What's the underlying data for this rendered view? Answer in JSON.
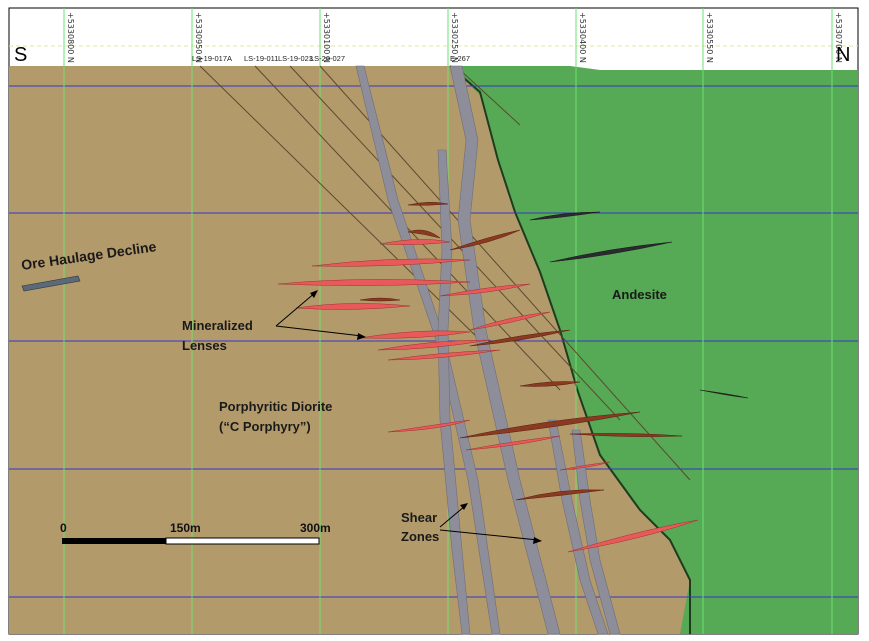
{
  "section": {
    "left_direction": "S",
    "right_direction": "N"
  },
  "grid_labels": [
    "+5330800 N",
    "+5330950 N",
    "+5330100 N",
    "+5330250 N",
    "+5330400 N",
    "+5330550 N",
    "+5330700 N"
  ],
  "drill_holes": [
    "LS-19-017A",
    "LS-19-011",
    "LS-19-023",
    "LS-20-027",
    "E-267"
  ],
  "labels": {
    "ore_haulage": "Ore Haulage Decline",
    "andesite": "Andesite",
    "mineralized_1": "Mineralized",
    "mineralized_2": "Lenses",
    "porphyritic_1": "Porphyritic Diorite",
    "porphyritic_2": "(“C Porphyry”)",
    "shear_1": "Shear",
    "shear_2": "Zones"
  },
  "scale_bar": {
    "labels": [
      "0",
      "150m",
      "300m"
    ]
  },
  "colors": {
    "diorite": "#b39a6b",
    "andesite": "#56a955",
    "grid_green": "#6fe06f",
    "grid_blue": "#3535c8",
    "lens_red": "#e85a5a",
    "lens_dark": "#7a2a1a",
    "shear_grey": "#8e8e9a"
  }
}
